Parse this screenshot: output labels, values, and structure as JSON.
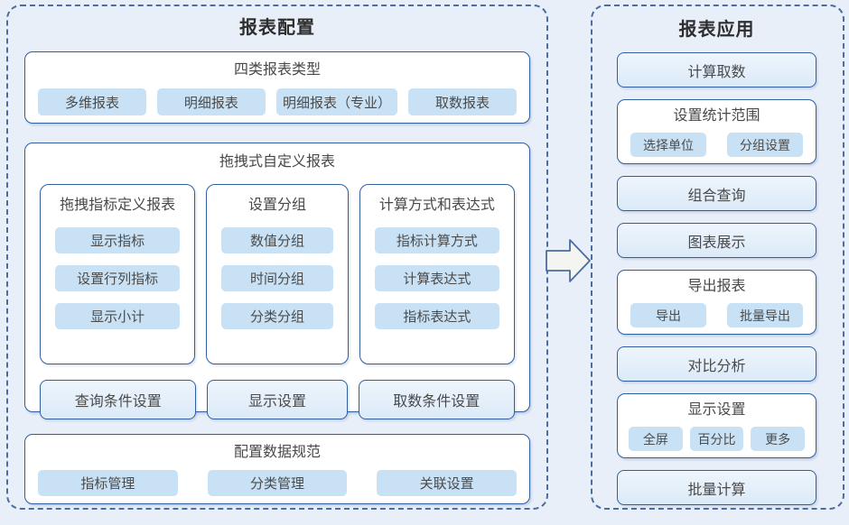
{
  "colors": {
    "canvas_bg": "#e9eff9",
    "dashed_border": "#4a6da3",
    "box_border": "#2f5f9f",
    "chip_bg": "#c8e1f5",
    "plain_box_bg_top": "#eef5fc",
    "plain_box_bg_bottom": "#dbeaf8",
    "title_text": "#2e2e2e",
    "body_text": "#4a4a4a"
  },
  "left_panel": {
    "title": "报表配置",
    "report_types": {
      "title": "四类报表类型",
      "chips": [
        "多维报表",
        "明细报表",
        "明细报表（专业）",
        "取数报表"
      ]
    },
    "drag_custom": {
      "title": "拖拽式自定义报表",
      "columns": [
        {
          "title": "拖拽指标定义报表",
          "items": [
            "显示指标",
            "设置行列指标",
            "显示小计"
          ]
        },
        {
          "title": "设置分组",
          "items": [
            "数值分组",
            "时间分组",
            "分类分组"
          ]
        },
        {
          "title": "计算方式和表达式",
          "items": [
            "指标计算方式",
            "计算表达式",
            "指标表达式"
          ]
        }
      ],
      "bars": [
        "查询条件设置",
        "显示设置",
        "取数条件设置"
      ]
    },
    "data_spec": {
      "title": "配置数据规范",
      "chips": [
        "指标管理",
        "分类管理",
        "关联设置"
      ]
    }
  },
  "right_panel": {
    "title": "报表应用",
    "items": [
      {
        "type": "plain",
        "label": "计算取数"
      },
      {
        "type": "group",
        "title": "设置统计范围",
        "chips": [
          "选择单位",
          "分组设置"
        ]
      },
      {
        "type": "plain",
        "label": "组合查询"
      },
      {
        "type": "plain",
        "label": "图表展示"
      },
      {
        "type": "group",
        "title": "导出报表",
        "chips": [
          "导出",
          "批量导出"
        ]
      },
      {
        "type": "plain",
        "label": "对比分析"
      },
      {
        "type": "group",
        "title": "显示设置",
        "chips": [
          "全屏",
          "百分比",
          "更多"
        ]
      },
      {
        "type": "plain",
        "label": "批量计算"
      }
    ]
  }
}
